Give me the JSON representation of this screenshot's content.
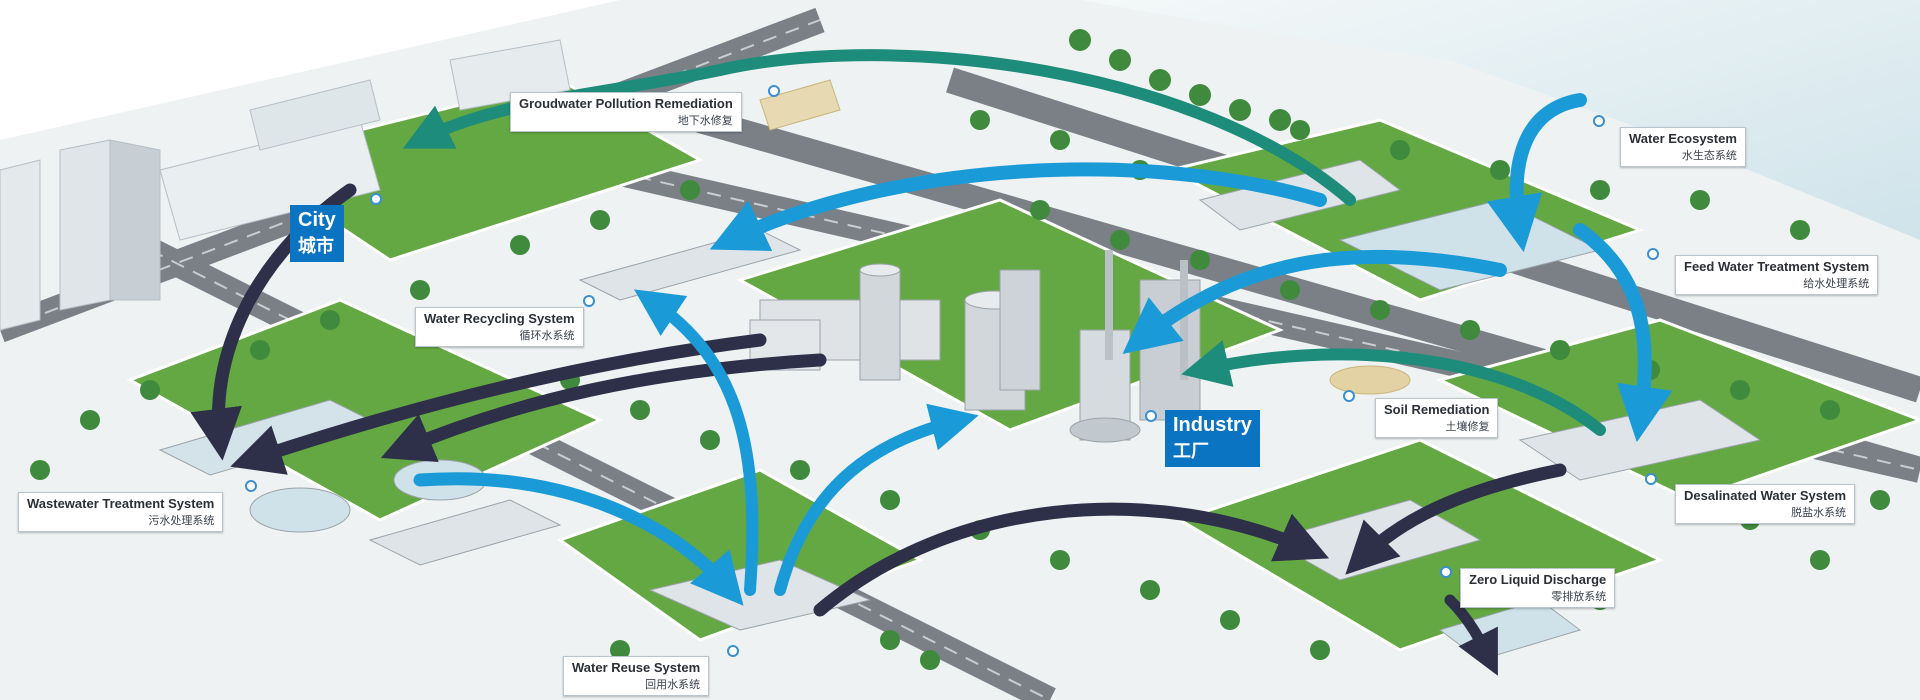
{
  "hubs": {
    "city": {
      "en": "City",
      "zh": "城市"
    },
    "industry": {
      "en": "Industry",
      "zh": "工厂"
    }
  },
  "labels": {
    "groundwater": {
      "en": "Groudwater Pollution Remediation",
      "zh": "地下水修复"
    },
    "water_ecosystem": {
      "en": "Water Ecosystem",
      "zh": "水生态系统"
    },
    "feed_water": {
      "en": "Feed Water Treatment System",
      "zh": "给水处理系统"
    },
    "water_recycling": {
      "en": "Water Recycling System",
      "zh": "循环水系统"
    },
    "soil_remediation": {
      "en": "Soil Remediation",
      "zh": "土壤修复"
    },
    "wastewater": {
      "en": "Wastewater Treatment System",
      "zh": "污水处理系统"
    },
    "desalinated": {
      "en": "Desalinated Water System",
      "zh": "脱盐水系统"
    },
    "zero_liquid": {
      "en": "Zero Liquid Discharge",
      "zh": "零排放系统"
    },
    "water_reuse": {
      "en": "Water Reuse System",
      "zh": "回用水系统"
    }
  },
  "colors": {
    "arrow_blue": "#1a9bd7",
    "arrow_teal": "#1d8c7a",
    "arrow_dark": "#2e2f48",
    "hub_blue": "#0a74c2",
    "ground": "#e9eef0",
    "road": "#6a6f76",
    "grass": "#5aa33a",
    "river": "#d9ebf0"
  }
}
